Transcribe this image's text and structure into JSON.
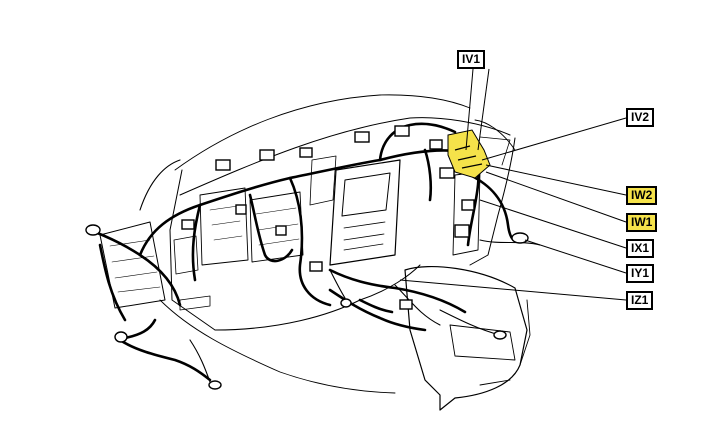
{
  "connectors": [
    {
      "id": "iv1",
      "label": "IV1",
      "highlighted": false
    },
    {
      "id": "iv2",
      "label": "IV2",
      "highlighted": false
    },
    {
      "id": "iw2",
      "label": "IW2",
      "highlighted": true
    },
    {
      "id": "iw1",
      "label": "IW1",
      "highlighted": true
    },
    {
      "id": "ix1",
      "label": "IX1",
      "highlighted": false
    },
    {
      "id": "iy1",
      "label": "IY1",
      "highlighted": false
    },
    {
      "id": "iz1",
      "label": "IZ1",
      "highlighted": false
    }
  ],
  "colors": {
    "highlight": "#f5e24a",
    "line": "#000000"
  }
}
